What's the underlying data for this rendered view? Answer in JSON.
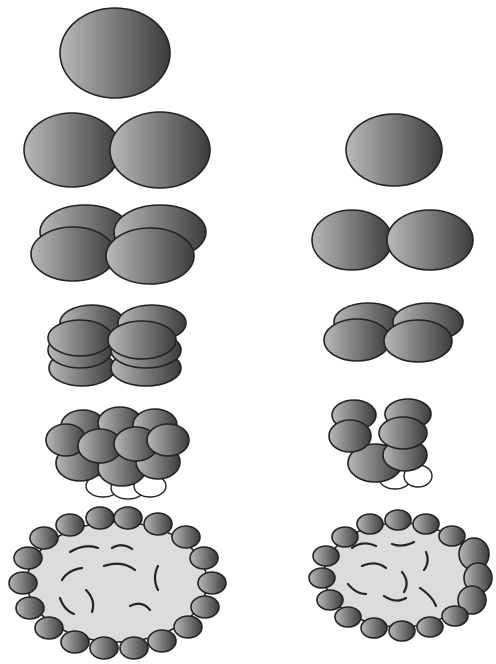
{
  "diagram": {
    "colors": {
      "cell_light": "#b9b9b9",
      "cell_dark": "#3c3c3c",
      "outline": "#222222",
      "lumen_fill": "#dcdcdc",
      "background": "#ffffff"
    },
    "columns": [
      {
        "id": "left",
        "stages": [
          {
            "id": "one-cell",
            "cells": 1
          },
          {
            "id": "two-cell",
            "cells": 2
          },
          {
            "id": "four-cell",
            "cells": 4
          },
          {
            "id": "eight-cell",
            "cells": 8
          },
          {
            "id": "morula",
            "cells": 16
          },
          {
            "id": "blastula",
            "cells": 22
          }
        ]
      },
      {
        "id": "right",
        "stages": [
          {
            "id": "one-cell",
            "cells": 1
          },
          {
            "id": "two-cell",
            "cells": 2
          },
          {
            "id": "four-cell",
            "cells": 4
          },
          {
            "id": "morula",
            "cells": 8
          },
          {
            "id": "blastula",
            "cells": 18
          }
        ]
      }
    ]
  }
}
